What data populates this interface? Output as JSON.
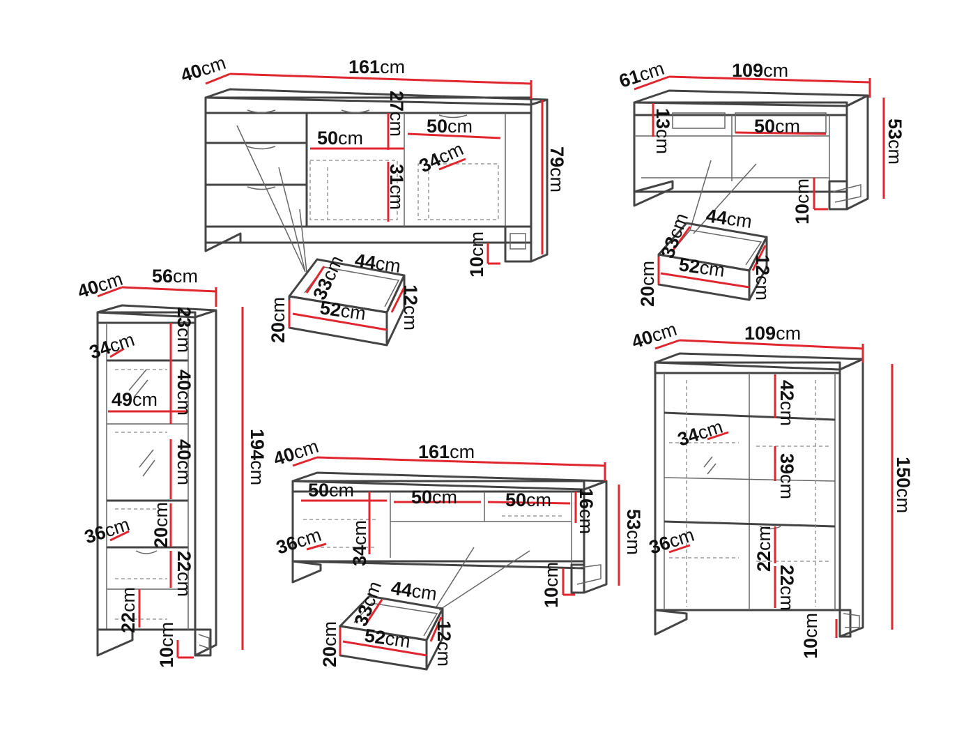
{
  "diagram": {
    "items": [
      {
        "id": "sideboard",
        "labels": [
          "40",
          "161",
          "27",
          "50",
          "50",
          "34",
          "31",
          "79",
          "10"
        ]
      },
      {
        "id": "sideboard-drawer",
        "labels": [
          "33",
          "44",
          "20",
          "52",
          "12"
        ]
      },
      {
        "id": "tv-small",
        "labels": [
          "61",
          "109",
          "13",
          "50",
          "53",
          "10"
        ]
      },
      {
        "id": "tv-small-drawer",
        "labels": [
          "33",
          "44",
          "20",
          "52",
          "12"
        ]
      },
      {
        "id": "tall-cabinet",
        "labels": [
          "40",
          "56",
          "23",
          "34",
          "40",
          "49",
          "40",
          "194",
          "36",
          "20",
          "22",
          "22",
          "10"
        ]
      },
      {
        "id": "tv-large",
        "labels": [
          "40",
          "161",
          "50",
          "50",
          "50",
          "16",
          "53",
          "36",
          "34",
          "10"
        ]
      },
      {
        "id": "tv-large-drawer",
        "labels": [
          "33",
          "44",
          "20",
          "52",
          "12"
        ]
      },
      {
        "id": "vitrine",
        "labels": [
          "40",
          "109",
          "42",
          "150",
          "34",
          "39",
          "36",
          "22",
          "22",
          "10"
        ]
      }
    ],
    "unit": "cm"
  }
}
